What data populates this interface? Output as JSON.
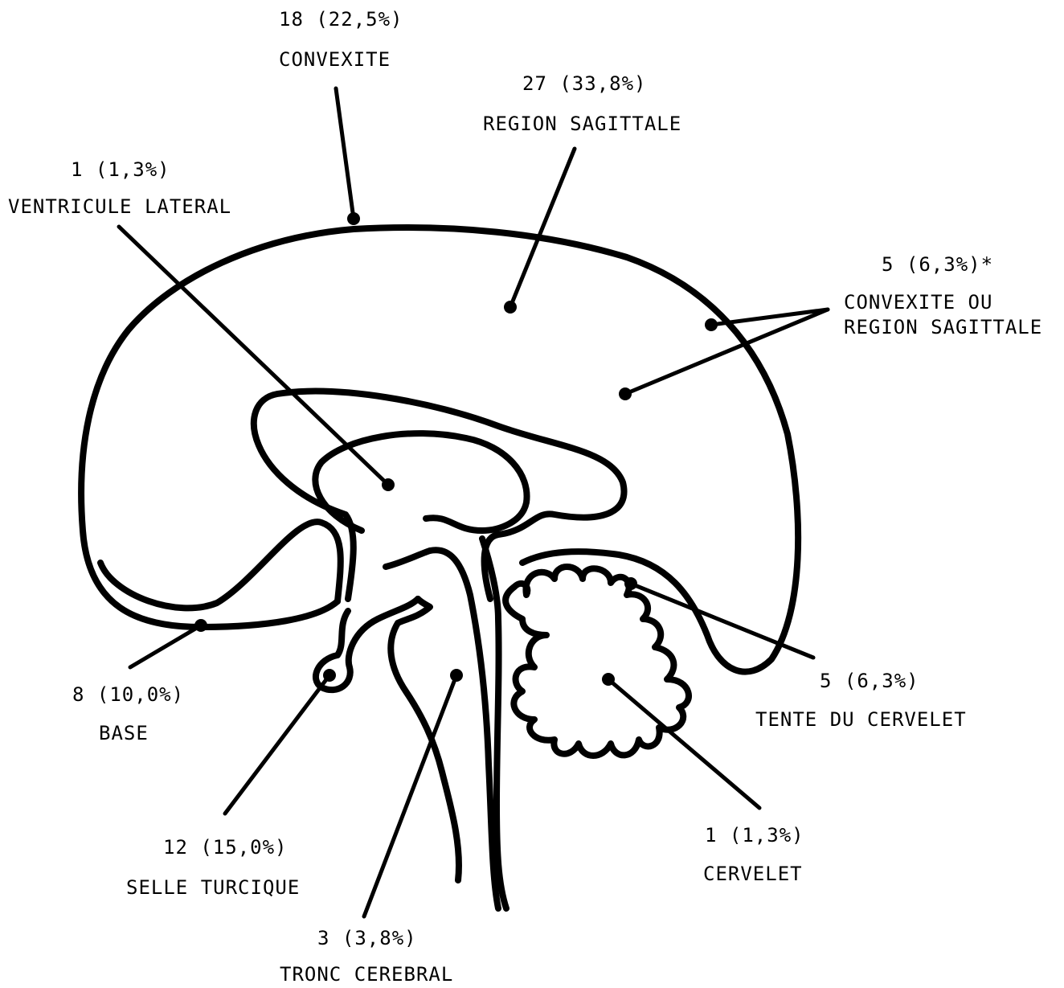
{
  "labels": {
    "convexite": {
      "count": "18 (22,5%)",
      "name": "CONVEXITE"
    },
    "region_sagittale": {
      "count": "27 (33,8%)",
      "name": "REGION SAGITTALE"
    },
    "ventricule_lateral": {
      "count": "1 (1,3%)",
      "name": "VENTRICULE LATERAL"
    },
    "convexite_ou_sagittale": {
      "count": "5 (6,3%)*",
      "name_line1": "CONVEXITE OU",
      "name_line2": "REGION SAGITTALE"
    },
    "base": {
      "count": "8 (10,0%)",
      "name": "BASE"
    },
    "tente_du_cervelet": {
      "count": "5 (6,3%)",
      "name": "TENTE DU CERVELET"
    },
    "selle_turcique": {
      "count": "12 (15,0%)",
      "name": "SELLE TURCIQUE"
    },
    "cervelet": {
      "count": "1 (1,3%)",
      "name": "CERVELET"
    },
    "tronc_cerebral": {
      "count": "3 (3,8%)",
      "name": "TRONC CEREBRAL"
    }
  }
}
